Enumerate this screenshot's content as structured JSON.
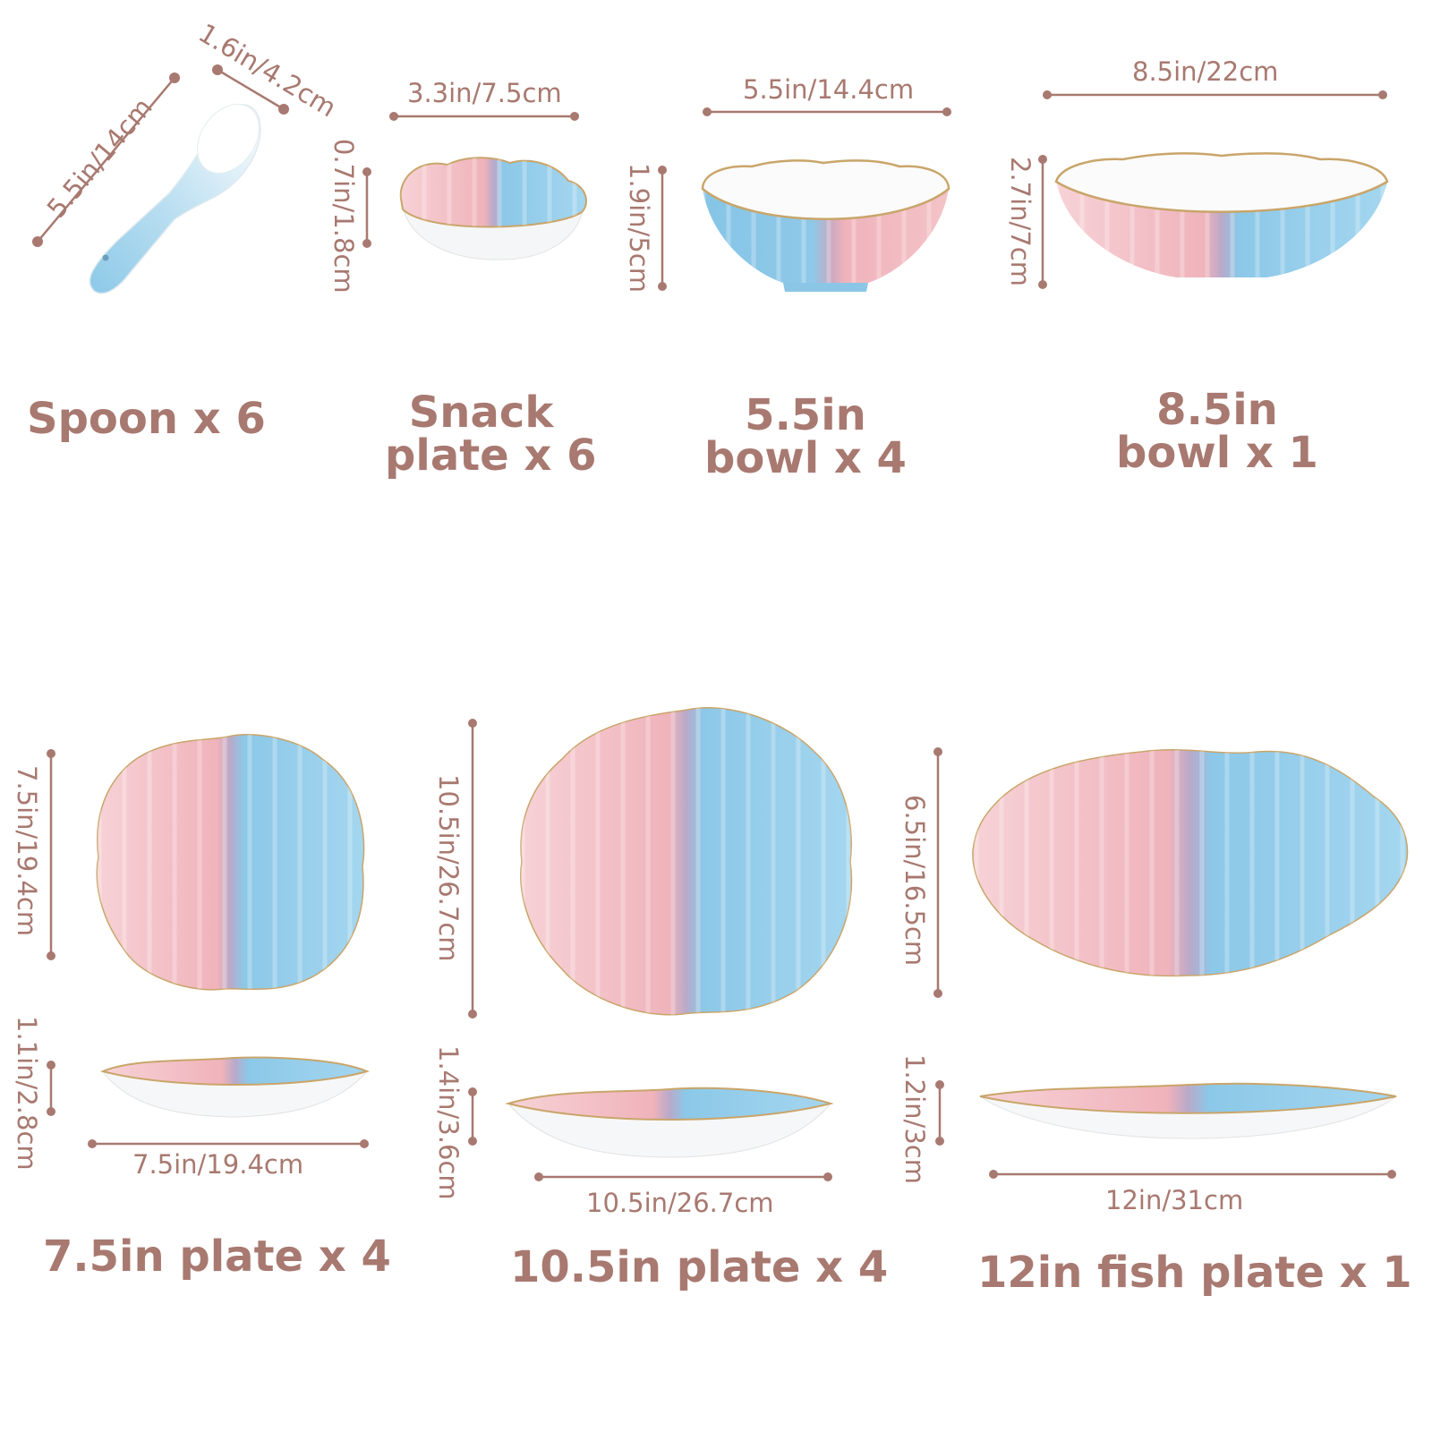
{
  "colors": {
    "text": "#a87970",
    "pink": "#f2b8bf",
    "blue": "#88c6e7",
    "white": "#f7f8fa",
    "gold": "#c9a56a"
  },
  "spoon": {
    "length": "5.5in/14cm",
    "width": "1.6in/4.2cm",
    "title": "Spoon x 6"
  },
  "snack_plate": {
    "width": "3.3in/7.5cm",
    "height": "0.7in/1.8cm",
    "title_line1": "Snack",
    "title_line2": "plate x 6"
  },
  "bowl_small": {
    "width": "5.5in/14.4cm",
    "height": "1.9in/5cm",
    "title_line1": "5.5in",
    "title_line2": "bowl x 4"
  },
  "bowl_large": {
    "width": "8.5in/22cm",
    "height": "2.7in/7cm",
    "title_line1": "8.5in",
    "title_line2": "bowl x 1"
  },
  "plate_small": {
    "diameter": "7.5in/19.4cm",
    "height": "1.1in/2.8cm",
    "width": "7.5in/19.4cm",
    "title": "7.5in plate x 4"
  },
  "plate_large": {
    "diameter": "10.5in/26.7cm",
    "height": "1.4in/3.6cm",
    "width": "10.5in/26.7cm",
    "title": "10.5in plate x 4"
  },
  "fish_plate": {
    "diameter": "6.5in/16.5cm",
    "height": "1.2in/3cm",
    "width": "12in/31cm",
    "title": "12in fish plate x 1"
  }
}
